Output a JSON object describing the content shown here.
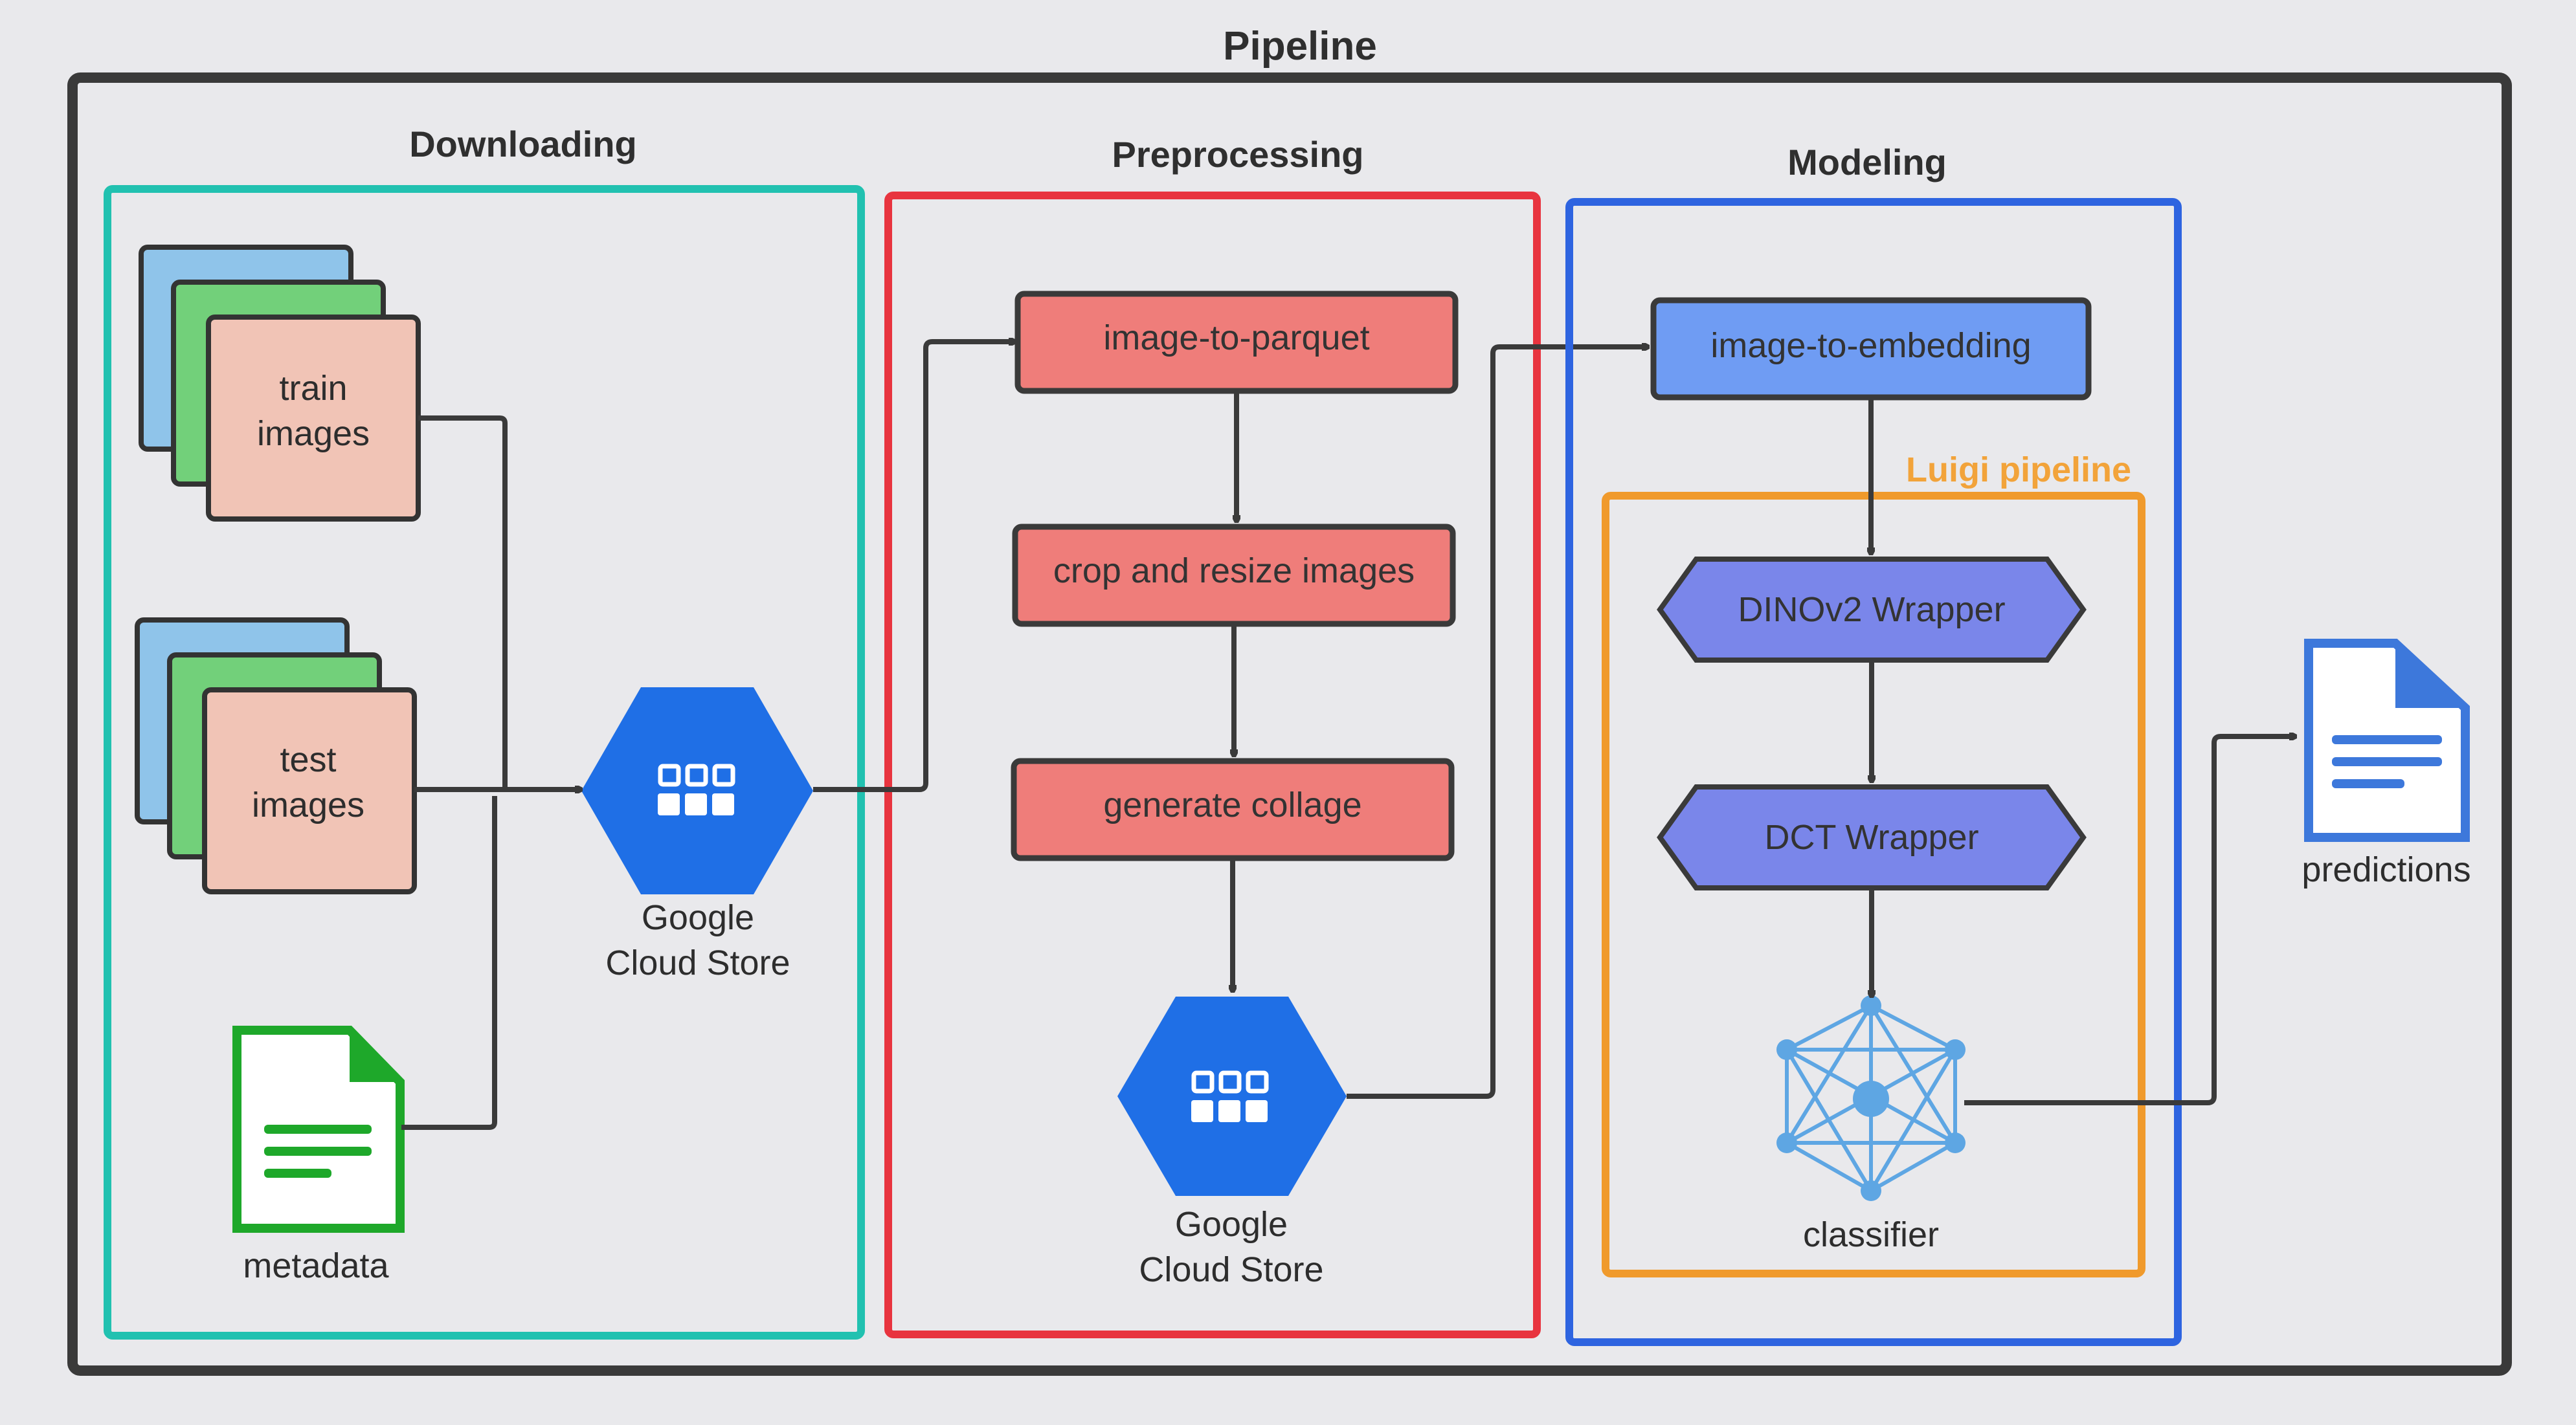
{
  "title": "Pipeline",
  "sections": {
    "downloading": "Downloading",
    "preprocessing": "Preprocessing",
    "modeling": "Modeling",
    "luigi": "Luigi pipeline"
  },
  "nodes": {
    "train_images": [
      "train",
      "images"
    ],
    "test_images": [
      "test",
      "images"
    ],
    "metadata": "metadata",
    "gcs1": [
      "Google",
      "Cloud Store"
    ],
    "gcs2": [
      "Google",
      "Cloud Store"
    ],
    "image_to_parquet": "image-to-parquet",
    "crop_resize": "crop and resize images",
    "generate_collage": "generate collage",
    "image_to_embedding": "image-to-embedding",
    "dinov2": "DINOv2 Wrapper",
    "dct": "DCT Wrapper",
    "classifier": "classifier",
    "predictions": "predictions"
  },
  "colors": {
    "downloading_border": "#21c1b0",
    "preprocessing_border": "#e8343f",
    "modeling_border": "#2e64e0",
    "luigi_border": "#f09a2c",
    "luigi_text": "#f2a33a",
    "red_box_fill": "#ef7d7a",
    "blue_box_fill": "#6f9cf3",
    "hex_fill": "#7a86ea",
    "gcs_fill": "#1f6fe6",
    "metadata_green": "#1ea82a",
    "predictions_blue": "#3d78db",
    "classifier_blue": "#5ea6e3"
  },
  "icons": [
    "image-stack-icon",
    "cloud-storage-icon",
    "document-icon",
    "neural-network-icon"
  ]
}
